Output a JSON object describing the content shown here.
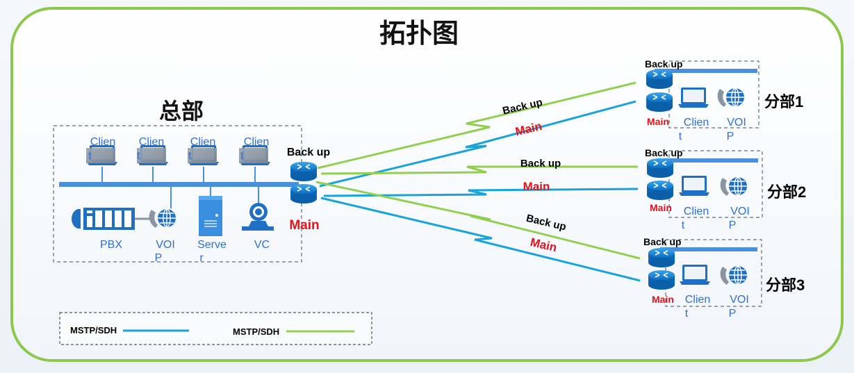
{
  "title": "拓扑图",
  "headquarters": {
    "label": "总部",
    "clients": [
      {
        "line1": "Clien",
        "line2": "t"
      },
      {
        "line1": "Clien",
        "line2": "t"
      },
      {
        "line1": "Clien",
        "line2": "t"
      },
      {
        "line1": "Clien",
        "line2": "t"
      }
    ],
    "devices": {
      "pbx": "PBX",
      "voip_1": "VOI",
      "voip_2": "P",
      "server_1": "Serve",
      "server_2": "r",
      "vc": "VC"
    },
    "router_backup": "Back up",
    "router_main": "Main"
  },
  "links": {
    "branch1_backup": "Back up",
    "branch1_main": "Main",
    "branch2_backup": "Back up",
    "branch2_main": "Main",
    "branch3_backup": "Back up",
    "branch3_main": "Main"
  },
  "branches": [
    {
      "label": "分部1",
      "backup": "Back up",
      "main": "Main",
      "client_1": "Clien",
      "client_2": "t",
      "voip_1": "VOI",
      "voip_2": "P"
    },
    {
      "label": "分部2",
      "backup": "Back up",
      "main": "Main",
      "client_1": "Clien",
      "client_2": "t",
      "voip_1": "VOI",
      "voip_2": "P"
    },
    {
      "label": "分部3",
      "backup": "Back up",
      "main": "Main",
      "client_1": "Clien",
      "client_2": "t",
      "voip_1": "VOI",
      "voip_2": "P"
    }
  ],
  "legend": {
    "main_label": "MSTP/SDH",
    "backup_label": "MSTP/SDH"
  },
  "colors": {
    "main_line": "#1aa3d9",
    "backup_line": "#92cf50",
    "frame_border": "#8cc84b",
    "router": "#1f8fd6",
    "bus": "#4b8fdc",
    "label_blue": "#2e6fd2",
    "main_red": "#e3131b"
  }
}
